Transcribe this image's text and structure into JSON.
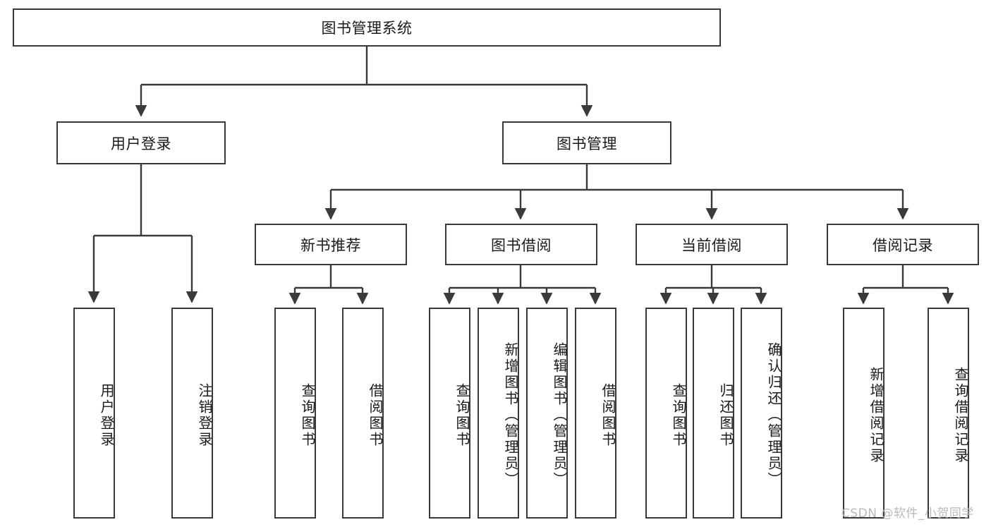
{
  "diagram": {
    "title": "图书管理系统",
    "type": "function-hierarchy-tree",
    "colors": {
      "border": "#3a3a3a",
      "text": "#1a1a1a",
      "background": "#ffffff",
      "watermark": "#b9b9b9"
    },
    "root": {
      "label": "图书管理系统"
    },
    "level2": [
      {
        "label": "用户登录"
      },
      {
        "label": "图书管理"
      }
    ],
    "level3": [
      {
        "label": "新书推荐"
      },
      {
        "label": "图书借阅"
      },
      {
        "label": "当前借阅"
      },
      {
        "label": "借阅记录"
      }
    ],
    "leaves": {
      "user_login": [
        {
          "label": "用户登录"
        },
        {
          "label": "注销登录"
        }
      ],
      "new_book_recommend": [
        {
          "label": "查询图书"
        },
        {
          "label": "借阅图书"
        }
      ],
      "book_borrow": [
        {
          "label": "查询图书"
        },
        {
          "label": "新增图书（管理员）"
        },
        {
          "label": "编辑图书（管理员）"
        },
        {
          "label": "借阅图书"
        }
      ],
      "current_borrow": [
        {
          "label": "查询图书"
        },
        {
          "label": "归还图书"
        },
        {
          "label": "确认归还（管理员）"
        }
      ],
      "borrow_record": [
        {
          "label": "新增借阅记录"
        },
        {
          "label": "查询借阅记录"
        }
      ]
    },
    "watermark": "CSDN @软件_小贺同学"
  }
}
